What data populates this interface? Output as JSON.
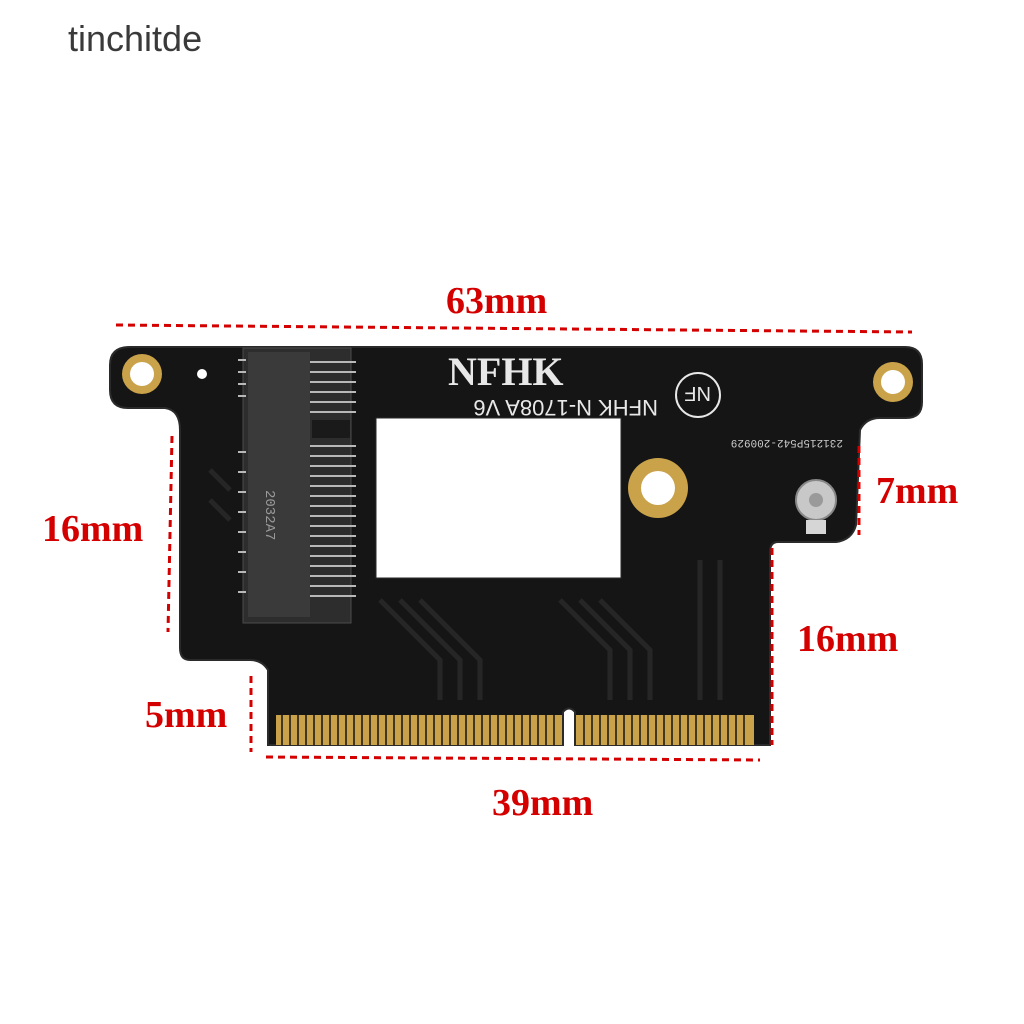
{
  "watermark": "tinchitde",
  "dimensions": {
    "top_width": "63mm",
    "left_height": "16mm",
    "right_small": "7mm",
    "right_height": "16mm",
    "connector_depth": "5mm",
    "connector_width": "39mm"
  },
  "board": {
    "brand_logo": "NFHK",
    "model": "NFHK  N-1708A  V6",
    "chip_label": "2032A7",
    "serial": "231215P542-200929",
    "logo_mark": "NF"
  },
  "colors": {
    "dimension": "#d40000",
    "pcb": "#151515",
    "gold": "#c9a24a",
    "silkscreen": "#e8e8e8"
  }
}
